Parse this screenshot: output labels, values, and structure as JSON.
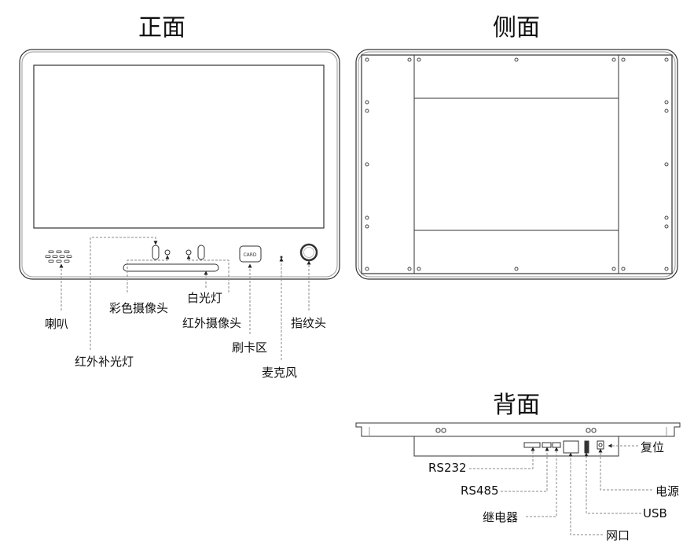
{
  "titles": {
    "front": "正面",
    "side": "侧面",
    "back": "背面"
  },
  "front_labels": {
    "speaker": "喇叭",
    "ir_fill_light": "红外补光灯",
    "color_camera": "彩色摄像头",
    "white_light": "白光灯",
    "ir_camera": "红外摄像头",
    "card_area": "刷卡区",
    "microphone": "麦克风",
    "fingerprint": "指纹头",
    "card_text": "CARD"
  },
  "back_labels": {
    "rs232": "RS232",
    "rs485": "RS485",
    "relay": "继电器",
    "ethernet": "网口",
    "usb": "USB",
    "power": "电源",
    "reset": "复位"
  }
}
